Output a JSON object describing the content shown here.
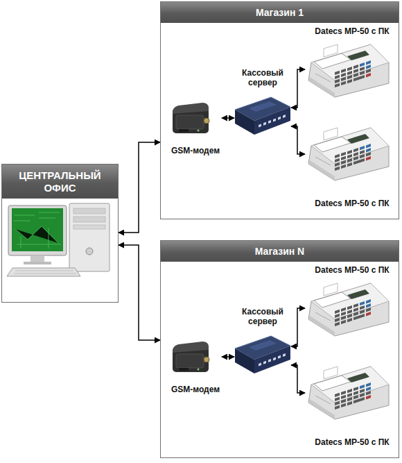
{
  "diagram": {
    "nodes": [
      {
        "text": [
          "ЦЕНТРАЛЬНЫЙ ОФИС"
        ]
      },
      {
        "text": [
          "Магазин 1"
        ]
      },
      {
        "text": [
          "GSM-модем"
        ],
        "in": 1
      },
      {
        "text": [
          "Кассовый сервер"
        ],
        "in": 1
      },
      {
        "text": [
          "Datecs MP-50 с ПК"
        ],
        "in": 1
      },
      {
        "text": [
          "Datecs MP-50 с ПК"
        ],
        "in": 1
      },
      {
        "text": [
          "Магазин N"
        ]
      },
      {
        "text": [
          "GSM-модем"
        ],
        "in": 6
      },
      {
        "text": [
          "Кассовый сервер"
        ],
        "in": 6
      },
      {
        "text": [
          "Datecs MP-50 с ПК"
        ],
        "in": 6
      },
      {
        "text": [
          "Datecs MP-50 с ПК"
        ],
        "in": 6
      }
    ],
    "edges": [
      {
        "from": 0,
        "to": 1,
        "arrow": "both"
      },
      {
        "from": 0,
        "to": 6,
        "arrow": "both"
      },
      {
        "from": 2,
        "to": 3,
        "arrow": "both"
      },
      {
        "from": 3,
        "to": 4,
        "arrow": "both"
      },
      {
        "from": 3,
        "to": 5,
        "arrow": "both"
      },
      {
        "from": 7,
        "to": 8,
        "arrow": "both"
      },
      {
        "from": 8,
        "to": 9,
        "arrow": "both"
      },
      {
        "from": 8,
        "to": 10,
        "arrow": "both"
      }
    ]
  }
}
